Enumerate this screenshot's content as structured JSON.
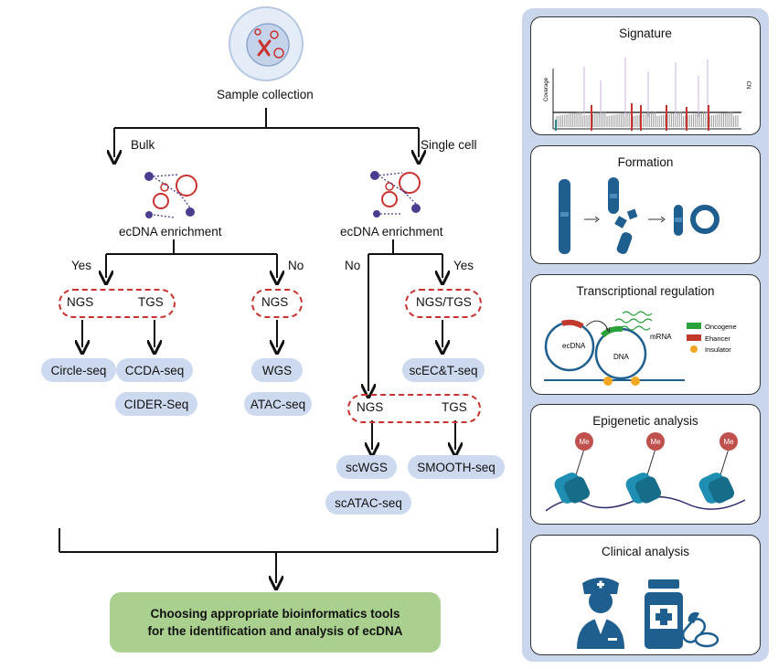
{
  "flow": {
    "sample_collection": "Sample collection",
    "bulk": "Bulk",
    "single_cell": "Single cell",
    "enrich_left": "ecDNA enrichment",
    "enrich_right": "ecDNA enrichment",
    "yes_left": "Yes",
    "no_left": "No",
    "no_right": "No",
    "yes_right": "Yes",
    "ngs_left": "NGS",
    "tgs_left": "TGS",
    "ngs_mid": "NGS",
    "ngs_tgs_right": "NGS/TGS",
    "ngs_bottom": "NGS",
    "tgs_bottom": "TGS",
    "methods": {
      "circle_seq": "Circle-seq",
      "ccda_seq": "CCDA-seq",
      "cider_seq": "CIDER-Seq",
      "wgs": "WGS",
      "atac_seq": "ATAC-seq",
      "scect_seq": "scEC&T-seq",
      "scwgs": "scWGS",
      "smooth_seq": "SMOOTH-seq",
      "scatac_seq": "scATAC-seq"
    },
    "conclusion_line1": "Choosing appropriate bioinformatics tools",
    "conclusion_line2": "for the identification and analysis of ecDNA"
  },
  "panels": {
    "signature": {
      "title": "Signature",
      "ylabel_left": "Coverage",
      "ylabel_right": "CN"
    },
    "formation": {
      "title": "Formation"
    },
    "transcription": {
      "title": "Transcriptional regulation",
      "ecdna": "ecDNA",
      "dna": "DNA",
      "mrna": "mRNA",
      "legend": [
        "Oncogene",
        "Ehancer",
        "Insulator"
      ]
    },
    "epigenetic": {
      "title": "Epigenetic analysis",
      "mark": "Me"
    },
    "clinical": {
      "title": "Clinical analysis"
    }
  },
  "colors": {
    "pill": "#cdd9ee",
    "dashed": "#c8332f",
    "green_box": "#a9d08e",
    "side_bg": "#c9d6ec",
    "chrom_blue": "#1f5f8f",
    "oncogene": "#2aa13b",
    "enhancer": "#c0392b",
    "insulator": "#f5a623",
    "nucleosome": "#1e8fb3",
    "me_red": "#c0504d"
  }
}
